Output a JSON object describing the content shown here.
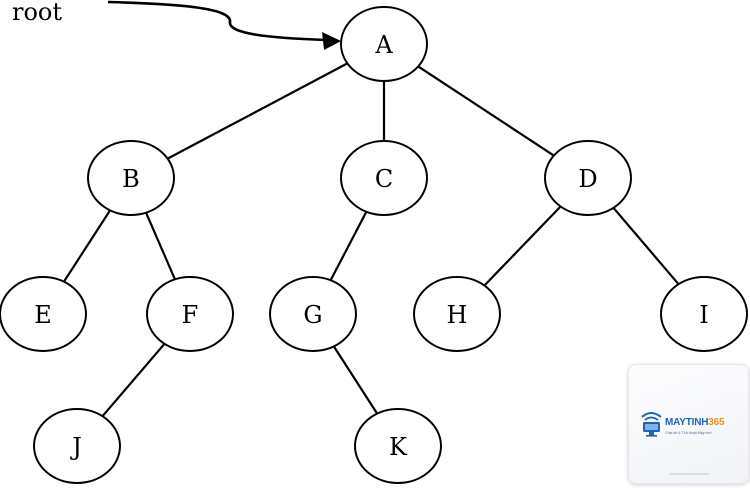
{
  "root_label": "root",
  "nodes": [
    {
      "id": "A",
      "label": "A"
    },
    {
      "id": "B",
      "label": "B"
    },
    {
      "id": "C",
      "label": "C"
    },
    {
      "id": "D",
      "label": "D"
    },
    {
      "id": "E",
      "label": "E"
    },
    {
      "id": "F",
      "label": "F"
    },
    {
      "id": "G",
      "label": "G"
    },
    {
      "id": "H",
      "label": "H"
    },
    {
      "id": "I",
      "label": "I"
    },
    {
      "id": "J",
      "label": "J"
    },
    {
      "id": "K",
      "label": "K"
    }
  ],
  "edges": [
    {
      "from": "A",
      "to": "B"
    },
    {
      "from": "A",
      "to": "C"
    },
    {
      "from": "A",
      "to": "D"
    },
    {
      "from": "B",
      "to": "E"
    },
    {
      "from": "B",
      "to": "F"
    },
    {
      "from": "C",
      "to": "G"
    },
    {
      "from": "D",
      "to": "H"
    },
    {
      "from": "D",
      "to": "I"
    },
    {
      "from": "F",
      "to": "J"
    },
    {
      "from": "G",
      "to": "K"
    }
  ],
  "watermark": {
    "brand_part1": "MAYTINH",
    "brand_part2": "365",
    "tagline": "Chia sẻ & Thủ thuật Máy tính",
    "brand_color": "#1d63b8",
    "accent_color": "#e89220"
  }
}
